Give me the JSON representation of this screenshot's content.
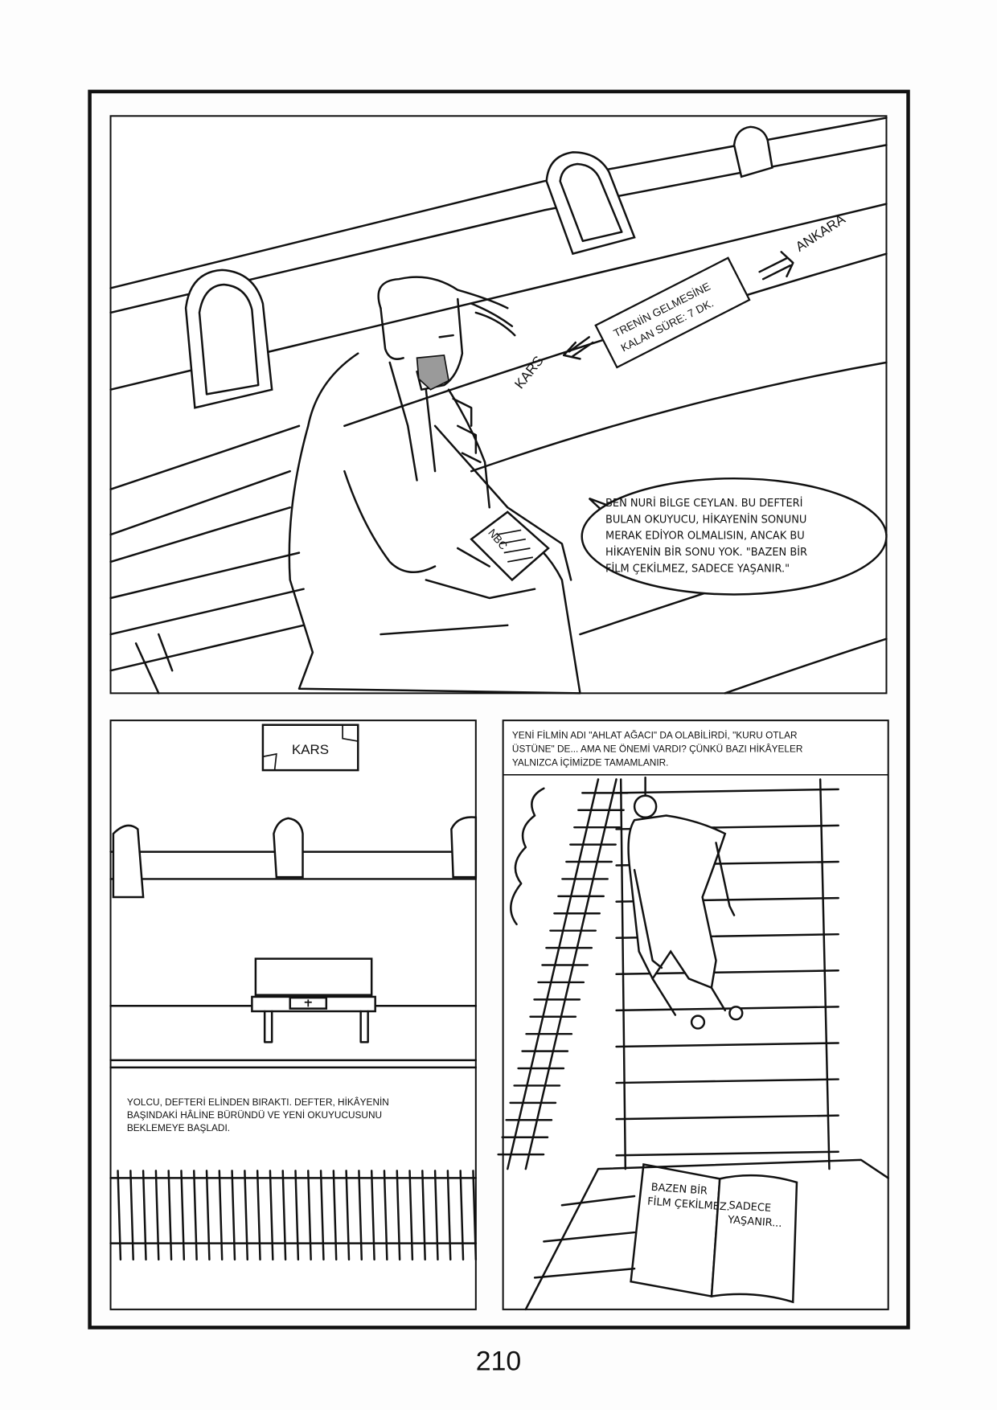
{
  "page_number": "210",
  "panel1": {
    "sign_lines": [
      "TRENİN GELMESİNE",
      "KALAN SÜRE: 7 DK."
    ],
    "direction_left": "KARS",
    "direction_right": "ANKARA",
    "notebook_label": "NBC",
    "speech_bubble_lines": [
      "BEN NURİ BİLGE CEYLAN. BU DEFTERİ",
      "BULAN OKUYUCU, HİKAYENİN SONUNU",
      "MERAK EDİYOR OLMALISIN, ANCAK BU",
      "HİKAYENİN BİR SONU YOK. \"BAZEN BİR",
      "FİLM ÇEKİLMEZ, SADECE YAŞANIR.\""
    ]
  },
  "panel2": {
    "station_sign": "KARS",
    "caption_lines": [
      "YOLCU, DEFTERİ ELİNDEN BIRAKTI. DEFTER, HİKÂYENİN",
      "BAŞINDAKİ HÂLİNE BÜRÜNDÜ VE YENİ OKUYUCUSUNU",
      "BEKLEMEYE BAŞLADI."
    ]
  },
  "panel3": {
    "caption_lines": [
      "YENİ FİLMİN ADI \"AHLAT AĞACI\" DA OLABİLİRDİ, \"KURU OTLAR",
      "ÜSTÜNE\" DE... AMA NE ÖNEMİ VARDI? ÇÜNKÜ BAZI HİKÂYELER",
      "YALNIZCA İÇİMİZDE TAMAMLANIR."
    ],
    "book_left_lines": [
      "BAZEN BİR",
      "FİLM ÇEKİLMEZ."
    ],
    "book_right_lines": [
      "SADECE",
      "YAŞANIR..."
    ]
  }
}
